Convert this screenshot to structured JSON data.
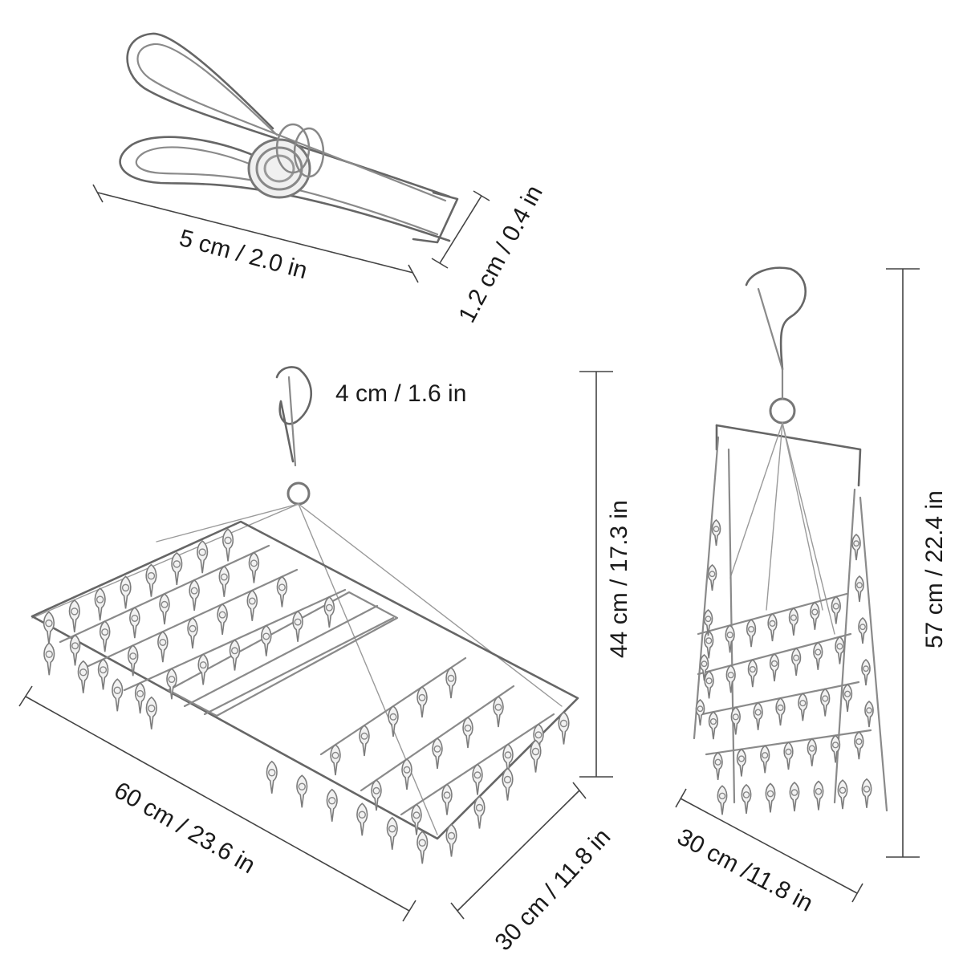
{
  "dimensions": {
    "clip_length": "5 cm / 2.0 in",
    "clip_height": "1.2 cm / 0.4 in",
    "hook_size": "4 cm / 1.6 in",
    "rack_height": "44 cm / 17.3 in",
    "rack_length": "60 cm / 23.6 in",
    "rack_width": "30 cm / 11.8 in",
    "folded_height": "57 cm / 22.4 in",
    "folded_width": "30 cm /11.8 in"
  }
}
